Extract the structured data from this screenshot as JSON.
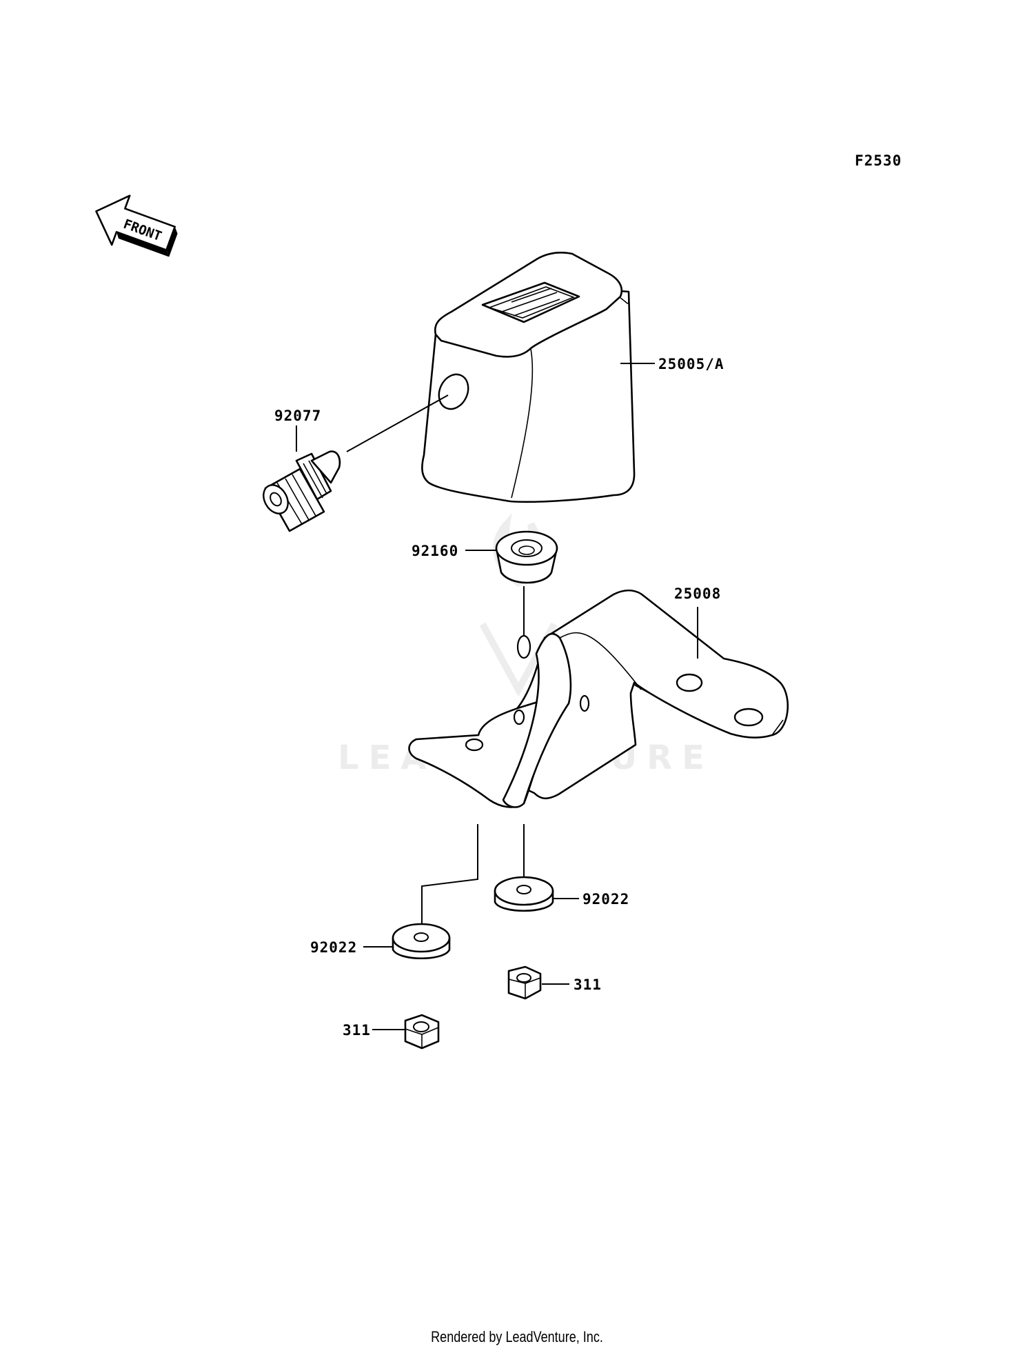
{
  "figure_code": "F2530",
  "front_label": "FRONT",
  "watermark": "LEADVENTURE",
  "parts": {
    "meter_case": "25005/A",
    "cable_fitting": "92077",
    "grommet": "92160",
    "bracket": "25008",
    "washer_right": "92022",
    "washer_left": "92022",
    "nut_right": "311",
    "nut_left": "311"
  },
  "footer": "Rendered by LeadVenture, Inc."
}
